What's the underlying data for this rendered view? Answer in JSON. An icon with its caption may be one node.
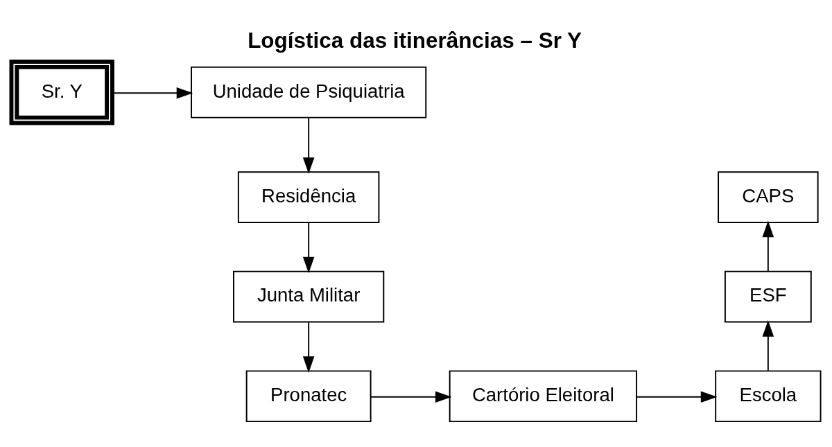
{
  "diagram": {
    "title": "Logística das itinerâncias – Sr Y",
    "nodes": [
      {
        "text": [
          "Sr. Y"
        ]
      },
      {
        "text": [
          "Unidade de Psiquiatria"
        ]
      },
      {
        "text": [
          "Residência"
        ]
      },
      {
        "text": [
          "Junta Militar"
        ]
      },
      {
        "text": [
          "Pronatec"
        ]
      },
      {
        "text": [
          "Cartório Eleitoral"
        ]
      },
      {
        "text": [
          "Escola"
        ]
      },
      {
        "text": [
          "ESF"
        ]
      },
      {
        "text": [
          "CAPS"
        ]
      }
    ],
    "edges": [
      {
        "from": 0,
        "to": 1,
        "arrow": "to"
      },
      {
        "from": 1,
        "to": 2,
        "arrow": "to"
      },
      {
        "from": 2,
        "to": 3,
        "arrow": "to"
      },
      {
        "from": 3,
        "to": 4,
        "arrow": "to"
      },
      {
        "from": 4,
        "to": 5,
        "arrow": "to"
      },
      {
        "from": 5,
        "to": 6,
        "arrow": "to"
      },
      {
        "from": 6,
        "to": 7,
        "arrow": "to"
      },
      {
        "from": 7,
        "to": 8,
        "arrow": "to"
      }
    ]
  }
}
